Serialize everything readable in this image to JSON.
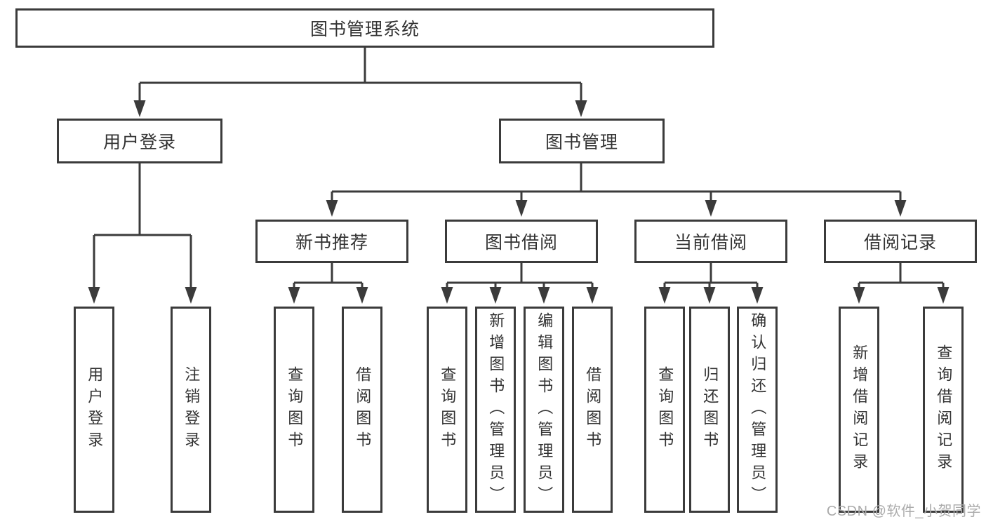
{
  "diagram": {
    "root": {
      "label": "图书管理系统"
    },
    "level2": [
      {
        "label": "用户登录",
        "parent": "图书管理系统"
      },
      {
        "label": "图书管理",
        "parent": "图书管理系统"
      }
    ],
    "level3": [
      {
        "label": "新书推荐",
        "parent": "图书管理"
      },
      {
        "label": "图书借阅",
        "parent": "图书管理"
      },
      {
        "label": "当前借阅",
        "parent": "图书管理"
      },
      {
        "label": "借阅记录",
        "parent": "图书管理"
      }
    ],
    "leaves": [
      {
        "label": "用户登录",
        "parent": "用户登录"
      },
      {
        "label": "注销登录",
        "parent": "用户登录"
      },
      {
        "label": "查询图书",
        "parent": "新书推荐"
      },
      {
        "label": "借阅图书",
        "parent": "新书推荐"
      },
      {
        "label": "查询图书",
        "parent": "图书借阅"
      },
      {
        "label": "新增图书（管理员）",
        "parent": "图书借阅"
      },
      {
        "label": "编辑图书（管理员）",
        "parent": "图书借阅"
      },
      {
        "label": "借阅图书",
        "parent": "图书借阅"
      },
      {
        "label": "查询图书",
        "parent": "当前借阅"
      },
      {
        "label": "归还图书",
        "parent": "当前借阅"
      },
      {
        "label": "确认归还（管理员）",
        "parent": "当前借阅"
      },
      {
        "label": "新增借阅记录",
        "parent": "借阅记录"
      },
      {
        "label": "查询借阅记录",
        "parent": "借阅记录"
      }
    ]
  },
  "watermark": {
    "text": "CSDN @软件_小贺同学"
  },
  "colors": {
    "line": "#3b3b3b",
    "text": "#333333",
    "watermark": "#ababab",
    "background": "#ffffff"
  }
}
